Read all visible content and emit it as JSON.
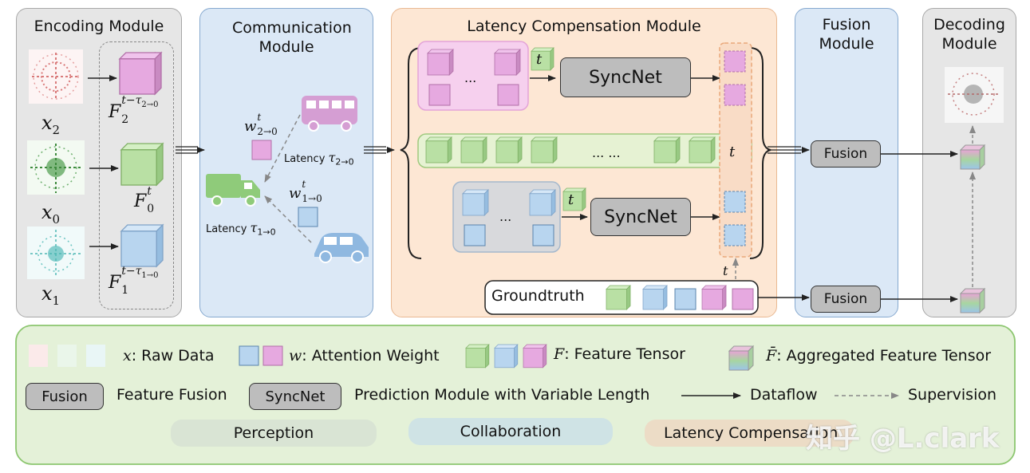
{
  "panels": {
    "encoding": "Encoding Module",
    "communication": "Communication Module",
    "latency": "Latency Compensation Module",
    "fusion": "Fusion Module",
    "decoding": "Decoding Module"
  },
  "encoding": {
    "x_labels": [
      "x",
      "x",
      "x"
    ],
    "x_subs": [
      "2",
      "0",
      "1"
    ],
    "f_top": {
      "base": "F",
      "sub": "2",
      "sup": "t−τ",
      "supsub": "2→0"
    },
    "f_mid": {
      "base": "F",
      "sub": "0",
      "sup": "t"
    },
    "f_bot": {
      "base": "F",
      "sub": "1",
      "sup": "t−τ",
      "supsub": "1→0"
    }
  },
  "communication": {
    "w_top": {
      "base": "w",
      "sup": "t",
      "sub": "2→0"
    },
    "w_bot": {
      "base": "w",
      "sup": "t",
      "sub": "1→0"
    },
    "latency_top": "Latency",
    "latency_top_tau": "τ",
    "latency_top_sub": "2→0",
    "latency_bot": "Latency",
    "latency_bot_tau": "τ",
    "latency_bot_sub": "1→0"
  },
  "latency": {
    "syncnet_top": "SyncNet",
    "syncnet_bot": "SyncNet",
    "dots": "...",
    "dots_mid": "... ...",
    "t": "t",
    "groundtruth": "Groundtruth"
  },
  "fusion": {
    "top": "Fusion",
    "bot": "Fusion"
  },
  "legend": {
    "raw_sym": "x",
    "raw_text": ": Raw Data",
    "w_sym": "w",
    "w_text": ": Attention Weight",
    "f_sym": "F",
    "f_text": ": Feature Tensor",
    "fbar_sym": "F̄",
    "fbar_text": ": Aggregated Feature Tensor",
    "fusion_box": "Fusion",
    "fusion_text": "Feature Fusion",
    "syncnet_box": "SyncNet",
    "syncnet_text": "Prediction Module with Variable Length",
    "dataflow": "Dataflow",
    "supervision": "Supervision",
    "perception": "Perception",
    "collaboration": "Collaboration",
    "latency_comp": "Latency Compensation"
  },
  "watermark": "知乎 @L.clark",
  "colors": {
    "pink": "#e6a9e0",
    "green": "#b9e0a4",
    "blue": "#b8d5ef",
    "legend_bg": "#e4f1d8",
    "legend_border": "#8cc66f",
    "comm_bg": "#dbe8f6",
    "latency_bg": "#fde7d4"
  }
}
